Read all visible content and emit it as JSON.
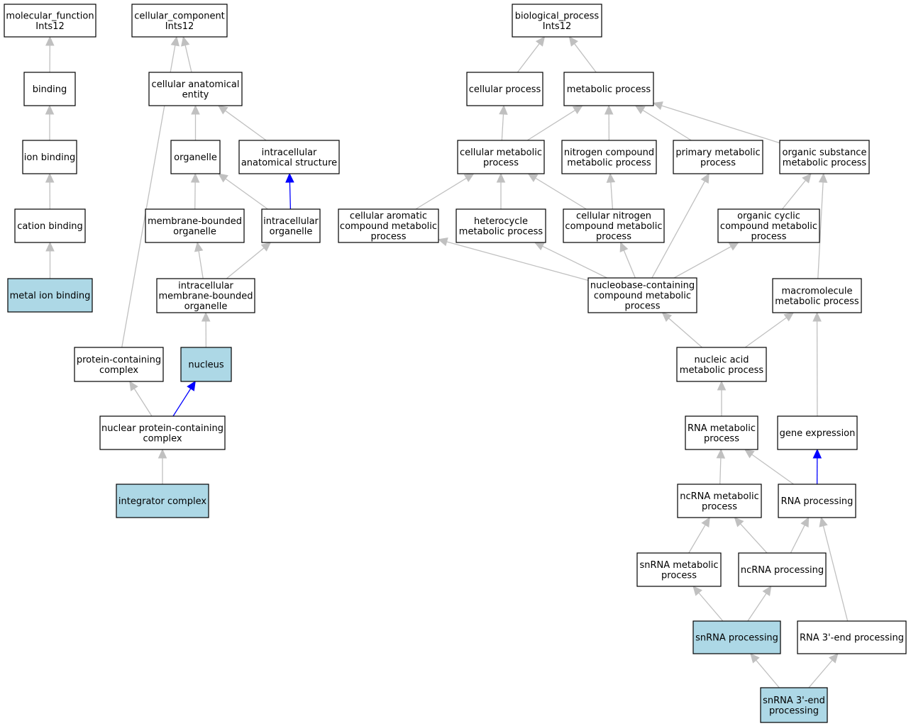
{
  "colors": {
    "node_fill": "#ffffff",
    "highlight_fill": "#add8e6",
    "edge_gray": "#c0c0c0",
    "edge_blue": "#0000ff"
  },
  "nodes": [
    {
      "id": "mf",
      "lines": [
        "molecular_function",
        "Ints12"
      ],
      "highlight": false
    },
    {
      "id": "binding",
      "lines": [
        "binding"
      ],
      "highlight": false
    },
    {
      "id": "ionbinding",
      "lines": [
        "ion binding"
      ],
      "highlight": false
    },
    {
      "id": "cationbinding",
      "lines": [
        "cation binding"
      ],
      "highlight": false
    },
    {
      "id": "metalion",
      "lines": [
        "metal ion binding"
      ],
      "highlight": true
    },
    {
      "id": "cc",
      "lines": [
        "cellular_component",
        "Ints12"
      ],
      "highlight": false
    },
    {
      "id": "cae",
      "lines": [
        "cellular anatomical",
        "entity"
      ],
      "highlight": false
    },
    {
      "id": "organelle",
      "lines": [
        "organelle"
      ],
      "highlight": false
    },
    {
      "id": "ias",
      "lines": [
        "intracellular",
        "anatomical structure"
      ],
      "highlight": false
    },
    {
      "id": "mbo",
      "lines": [
        "membrane-bounded",
        "organelle"
      ],
      "highlight": false
    },
    {
      "id": "io",
      "lines": [
        "intracellular",
        "organelle"
      ],
      "highlight": false
    },
    {
      "id": "imbo",
      "lines": [
        "intracellular",
        "membrane-bounded",
        "organelle"
      ],
      "highlight": false
    },
    {
      "id": "pcc",
      "lines": [
        "protein-containing",
        "complex"
      ],
      "highlight": false
    },
    {
      "id": "nucleus",
      "lines": [
        "nucleus"
      ],
      "highlight": true
    },
    {
      "id": "npcc",
      "lines": [
        "nuclear protein-containing",
        "complex"
      ],
      "highlight": false
    },
    {
      "id": "integrator",
      "lines": [
        "integrator complex"
      ],
      "highlight": true
    },
    {
      "id": "bp",
      "lines": [
        "biological_process",
        "Ints12"
      ],
      "highlight": false
    },
    {
      "id": "cp",
      "lines": [
        "cellular process"
      ],
      "highlight": false
    },
    {
      "id": "mp",
      "lines": [
        "metabolic process"
      ],
      "highlight": false
    },
    {
      "id": "cmp",
      "lines": [
        "cellular metabolic",
        "process"
      ],
      "highlight": false
    },
    {
      "id": "ncmp",
      "lines": [
        "nitrogen compound",
        "metabolic process"
      ],
      "highlight": false
    },
    {
      "id": "pmp",
      "lines": [
        "primary metabolic",
        "process"
      ],
      "highlight": false
    },
    {
      "id": "osmp",
      "lines": [
        "organic substance",
        "metabolic process"
      ],
      "highlight": false
    },
    {
      "id": "cacmp",
      "lines": [
        "cellular aromatic",
        "compound metabolic",
        "process"
      ],
      "highlight": false
    },
    {
      "id": "hmp",
      "lines": [
        "heterocycle",
        "metabolic process"
      ],
      "highlight": false
    },
    {
      "id": "cncmp",
      "lines": [
        "cellular nitrogen",
        "compound metabolic",
        "process"
      ],
      "highlight": false
    },
    {
      "id": "occmp",
      "lines": [
        "organic cyclic",
        "compound metabolic",
        "process"
      ],
      "highlight": false
    },
    {
      "id": "nbcmp",
      "lines": [
        "nucleobase-containing",
        "compound metabolic",
        "process"
      ],
      "highlight": false
    },
    {
      "id": "macmp",
      "lines": [
        "macromolecule",
        "metabolic process"
      ],
      "highlight": false
    },
    {
      "id": "namp",
      "lines": [
        "nucleic acid",
        "metabolic process"
      ],
      "highlight": false
    },
    {
      "id": "rnamp",
      "lines": [
        "RNA metabolic",
        "process"
      ],
      "highlight": false
    },
    {
      "id": "ge",
      "lines": [
        "gene expression"
      ],
      "highlight": false
    },
    {
      "id": "ncrnamp",
      "lines": [
        "ncRNA metabolic",
        "process"
      ],
      "highlight": false
    },
    {
      "id": "rnap",
      "lines": [
        "RNA processing"
      ],
      "highlight": false
    },
    {
      "id": "snrnamp",
      "lines": [
        "snRNA metabolic",
        "process"
      ],
      "highlight": false
    },
    {
      "id": "ncrnap",
      "lines": [
        "ncRNA processing"
      ],
      "highlight": false
    },
    {
      "id": "snrnap",
      "lines": [
        "snRNA processing"
      ],
      "highlight": true
    },
    {
      "id": "rna3p",
      "lines": [
        "RNA 3'-end processing"
      ],
      "highlight": false
    },
    {
      "id": "snrna3p",
      "lines": [
        "snRNA 3'-end",
        "processing"
      ],
      "highlight": true
    }
  ],
  "edges": [
    {
      "from": "binding",
      "to": "mf",
      "color": "gray"
    },
    {
      "from": "ionbinding",
      "to": "binding",
      "color": "gray"
    },
    {
      "from": "cationbinding",
      "to": "ionbinding",
      "color": "gray"
    },
    {
      "from": "metalion",
      "to": "cationbinding",
      "color": "gray"
    },
    {
      "from": "cae",
      "to": "cc",
      "color": "gray"
    },
    {
      "from": "pcc",
      "to": "cc",
      "color": "gray"
    },
    {
      "from": "organelle",
      "to": "cae",
      "color": "gray"
    },
    {
      "from": "ias",
      "to": "cae",
      "color": "gray"
    },
    {
      "from": "mbo",
      "to": "organelle",
      "color": "gray"
    },
    {
      "from": "io",
      "to": "organelle",
      "color": "gray"
    },
    {
      "from": "io",
      "to": "ias",
      "color": "blue"
    },
    {
      "from": "imbo",
      "to": "mbo",
      "color": "gray"
    },
    {
      "from": "imbo",
      "to": "io",
      "color": "gray"
    },
    {
      "from": "nucleus",
      "to": "imbo",
      "color": "gray"
    },
    {
      "from": "npcc",
      "to": "pcc",
      "color": "gray"
    },
    {
      "from": "npcc",
      "to": "nucleus",
      "color": "blue"
    },
    {
      "from": "integrator",
      "to": "npcc",
      "color": "gray"
    },
    {
      "from": "cp",
      "to": "bp",
      "color": "gray"
    },
    {
      "from": "mp",
      "to": "bp",
      "color": "gray"
    },
    {
      "from": "cmp",
      "to": "cp",
      "color": "gray"
    },
    {
      "from": "cmp",
      "to": "mp",
      "color": "gray"
    },
    {
      "from": "ncmp",
      "to": "mp",
      "color": "gray"
    },
    {
      "from": "pmp",
      "to": "mp",
      "color": "gray"
    },
    {
      "from": "osmp",
      "to": "mp",
      "color": "gray"
    },
    {
      "from": "cacmp",
      "to": "cmp",
      "color": "gray"
    },
    {
      "from": "hmp",
      "to": "cmp",
      "color": "gray"
    },
    {
      "from": "cncmp",
      "to": "cmp",
      "color": "gray"
    },
    {
      "from": "cncmp",
      "to": "ncmp",
      "color": "gray"
    },
    {
      "from": "occmp",
      "to": "osmp",
      "color": "gray"
    },
    {
      "from": "macmp",
      "to": "osmp",
      "color": "gray"
    },
    {
      "from": "nbcmp",
      "to": "cacmp",
      "color": "gray"
    },
    {
      "from": "nbcmp",
      "to": "hmp",
      "color": "gray"
    },
    {
      "from": "nbcmp",
      "to": "cncmp",
      "color": "gray"
    },
    {
      "from": "nbcmp",
      "to": "pmp",
      "color": "gray"
    },
    {
      "from": "nbcmp",
      "to": "occmp",
      "color": "gray"
    },
    {
      "from": "namp",
      "to": "nbcmp",
      "color": "gray"
    },
    {
      "from": "namp",
      "to": "macmp",
      "color": "gray"
    },
    {
      "from": "ge",
      "to": "macmp",
      "color": "gray"
    },
    {
      "from": "rnamp",
      "to": "namp",
      "color": "gray"
    },
    {
      "from": "ncrnamp",
      "to": "rnamp",
      "color": "gray"
    },
    {
      "from": "rnap",
      "to": "rnamp",
      "color": "gray"
    },
    {
      "from": "rnap",
      "to": "ge",
      "color": "blue"
    },
    {
      "from": "snrnamp",
      "to": "ncrnamp",
      "color": "gray"
    },
    {
      "from": "ncrnap",
      "to": "ncrnamp",
      "color": "gray"
    },
    {
      "from": "ncrnap",
      "to": "rnap",
      "color": "gray"
    },
    {
      "from": "rna3p",
      "to": "rnap",
      "color": "gray"
    },
    {
      "from": "snrnap",
      "to": "snrnamp",
      "color": "gray"
    },
    {
      "from": "snrnap",
      "to": "ncrnap",
      "color": "gray"
    },
    {
      "from": "snrna3p",
      "to": "snrnap",
      "color": "gray"
    },
    {
      "from": "snrna3p",
      "to": "rna3p",
      "color": "gray"
    }
  ]
}
